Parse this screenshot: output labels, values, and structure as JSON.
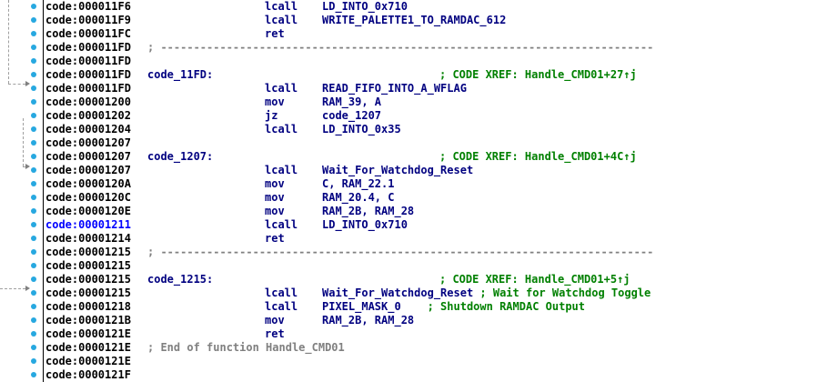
{
  "lines": [
    {
      "kind": "ins",
      "addr": "code:000011F6",
      "mnem": "lcall",
      "ops": "LD_INTO_0x710"
    },
    {
      "kind": "ins",
      "addr": "code:000011F9",
      "mnem": "lcall",
      "ops": "WRITE_PALETTE1_TO_RAMDAC_612"
    },
    {
      "kind": "ins",
      "addr": "code:000011FC",
      "mnem": "ret",
      "ops": ""
    },
    {
      "kind": "sep",
      "addr": "code:000011FD",
      "text": "; ---------------------------------------------------------------------------"
    },
    {
      "kind": "blank",
      "addr": "code:000011FD"
    },
    {
      "kind": "label",
      "addr": "code:000011FD",
      "label": "code_11FD:",
      "xref": "; CODE XREF: Handle_CMD01+27↑j"
    },
    {
      "kind": "ins",
      "addr": "code:000011FD",
      "mnem": "lcall",
      "ops": "READ_FIFO_INTO_A_WFLAG"
    },
    {
      "kind": "ins",
      "addr": "code:00001200",
      "mnem": "mov",
      "ops": "RAM_39, A"
    },
    {
      "kind": "ins",
      "addr": "code:00001202",
      "mnem": "jz",
      "ops": "code_1207"
    },
    {
      "kind": "ins",
      "addr": "code:00001204",
      "mnem": "lcall",
      "ops": "LD_INTO_0x35"
    },
    {
      "kind": "blank",
      "addr": "code:00001207"
    },
    {
      "kind": "label",
      "addr": "code:00001207",
      "label": "code_1207:",
      "xref": "; CODE XREF: Handle_CMD01+4C↑j"
    },
    {
      "kind": "ins",
      "addr": "code:00001207",
      "mnem": "lcall",
      "ops": "Wait_For_Watchdog_Reset"
    },
    {
      "kind": "ins",
      "addr": "code:0000120A",
      "mnem": "mov",
      "ops": "C, RAM_22.1"
    },
    {
      "kind": "ins",
      "addr": "code:0000120C",
      "mnem": "mov",
      "ops": "RAM_20.4, C"
    },
    {
      "kind": "ins",
      "addr": "code:0000120E",
      "mnem": "mov",
      "ops": "RAM_2B, RAM_28"
    },
    {
      "kind": "ins",
      "addr": "code:00001211",
      "mnem": "lcall",
      "ops": "LD_INTO_0x710",
      "highlight": true
    },
    {
      "kind": "ins",
      "addr": "code:00001214",
      "mnem": "ret",
      "ops": ""
    },
    {
      "kind": "sep",
      "addr": "code:00001215",
      "text": "; ---------------------------------------------------------------------------"
    },
    {
      "kind": "blank",
      "addr": "code:00001215"
    },
    {
      "kind": "label",
      "addr": "code:00001215",
      "label": "code_1215:",
      "xref": "; CODE XREF: Handle_CMD01+5↑j"
    },
    {
      "kind": "ins",
      "addr": "code:00001215",
      "mnem": "lcall",
      "ops": "Wait_For_Watchdog_Reset",
      "comment": " ; Wait for Watchdog Toggle"
    },
    {
      "kind": "ins",
      "addr": "code:00001218",
      "mnem": "lcall",
      "ops": "PIXEL_MASK_0",
      "comment": "    ; Shutdown RAMDAC Output"
    },
    {
      "kind": "ins",
      "addr": "code:0000121B",
      "mnem": "mov",
      "ops": "RAM_2B, RAM_28"
    },
    {
      "kind": "ins",
      "addr": "code:0000121E",
      "mnem": "ret",
      "ops": ""
    },
    {
      "kind": "endc",
      "addr": "code:0000121E",
      "text": "; End of function Handle_CMD01"
    },
    {
      "kind": "blank",
      "addr": "code:0000121E"
    },
    {
      "kind": "blank",
      "addr": "code:0000121F"
    }
  ],
  "colors": {
    "address": "#000000",
    "address_highlight": "#0000ff",
    "instruction": "#000080",
    "comment": "#008000",
    "separator": "#808080",
    "gutter_dot": "#27a8e0"
  }
}
